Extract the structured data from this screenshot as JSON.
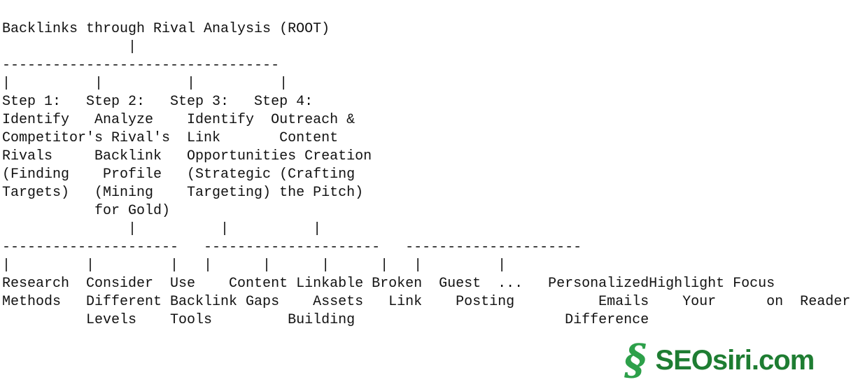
{
  "diagram": {
    "description": "ASCII tree diagram of a backlink rival-analysis process",
    "root_label": "Backlinks through Rival Analysis (ROOT)",
    "steps": [
      {
        "label": "Step 1:",
        "name": "Identify Competitor's Rivals",
        "note": "(Finding Targets)"
      },
      {
        "label": "Step 2:",
        "name": "Analyze Rival's Backlink Profile",
        "note": "(Mining for Gold)"
      },
      {
        "label": "Step 3:",
        "name": "Identify Link Opportunities",
        "note": "(Strategic Targeting)"
      },
      {
        "label": "Step 4:",
        "name": "Outreach & Content Creation",
        "note": "(Crafting the Pitch)"
      }
    ],
    "sub_items": [
      "Research Methods",
      "Consider Different Levels",
      "Use Backlink Tools",
      "Content Gaps",
      "Linkable Assets Building",
      "Broken Link",
      "Guest Posting",
      "...",
      "Personalized Emails",
      "Highlight Your Difference",
      "Focus on Reader"
    ],
    "lines": [
      "Backlinks through Rival Analysis (ROOT)",
      "               |",
      "---------------------------------",
      "|          |          |          |",
      "Step 1:   Step 2:   Step 3:   Step 4:",
      "Identify   Analyze    Identify  Outreach &",
      "Competitor's Rival's  Link       Content",
      "Rivals     Backlink   Opportunities Creation",
      "(Finding    Profile   (Strategic (Crafting",
      "Targets)   (Mining    Targeting) the Pitch)",
      "           for Gold)",
      "               |          |          |",
      "---------------------   ---------------------   ---------------------",
      "|         |         |   |      |      |      |   |         |",
      "Research  Consider  Use    Content Linkable Broken  Guest  ...   PersonalizedHighlight Focus",
      "Methods   Different Backlink Gaps    Assets   Link    Posting          Emails    Your      on  Reader",
      "          Levels    Tools         Building                         Difference"
    ]
  },
  "logo": {
    "icon": "§",
    "text": "SEOsiri.com"
  },
  "colors": {
    "background": "#ffffff",
    "diagram_text": "#111111",
    "logo_icon": "#2da04a",
    "logo_text": "#1e7d32"
  }
}
